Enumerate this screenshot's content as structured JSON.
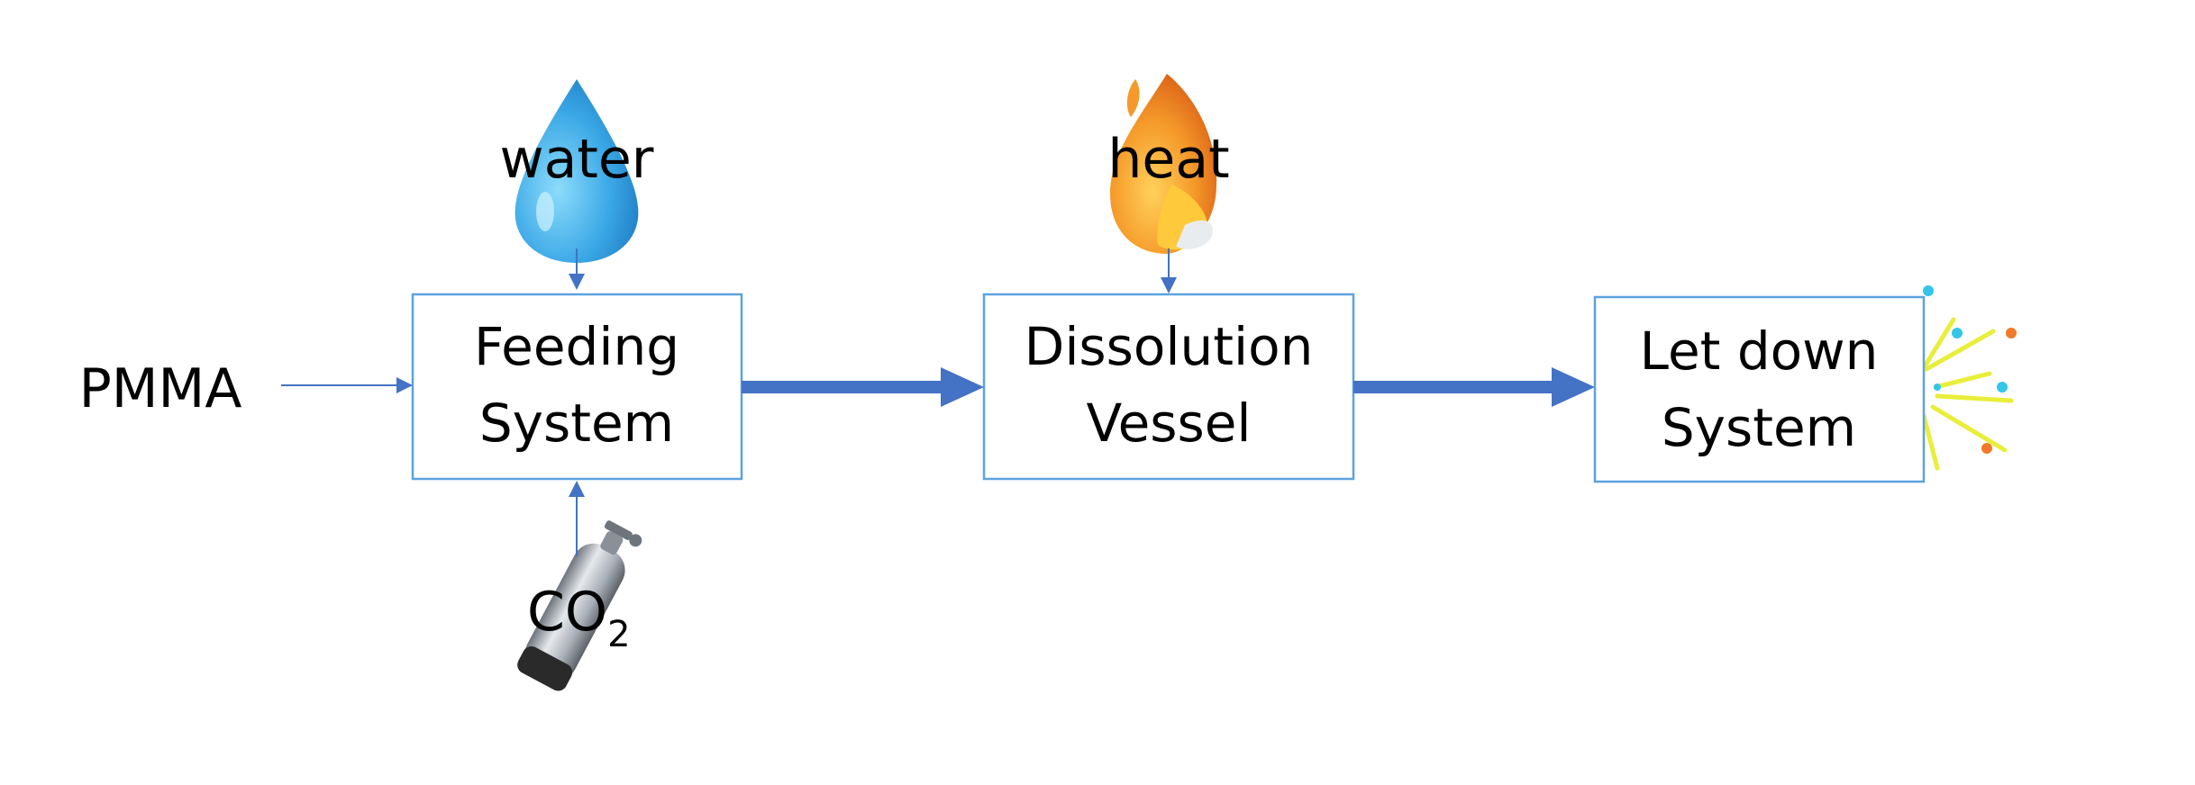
{
  "inputs": {
    "pmma": "PMMA",
    "water": "water",
    "heat": "heat",
    "co2": "CO",
    "co2_subscript": "2"
  },
  "boxes": {
    "feeding": {
      "line1": "Feeding",
      "line2": "System"
    },
    "dissolution": {
      "line1": "Dissolution",
      "line2": "Vessel"
    },
    "letdown": {
      "line1": "Let down",
      "line2": "System"
    }
  },
  "colors": {
    "box_border": "#5BA3E0",
    "arrow": "#4472C4",
    "water_drop": "#3BA8E6",
    "flame_orange": "#F08A24",
    "flame_yellow": "#FFC93C",
    "cylinder_silver": "#B8BEC6",
    "cylinder_dark": "#2A2A2A",
    "sparks_yellow": "#E9EE3A",
    "sparks_cyan": "#33C6E8",
    "sparks_orange": "#F07A2A"
  },
  "icons": [
    "water-drop-icon",
    "flame-icon",
    "gas-cylinder-icon",
    "sparks-icon"
  ]
}
